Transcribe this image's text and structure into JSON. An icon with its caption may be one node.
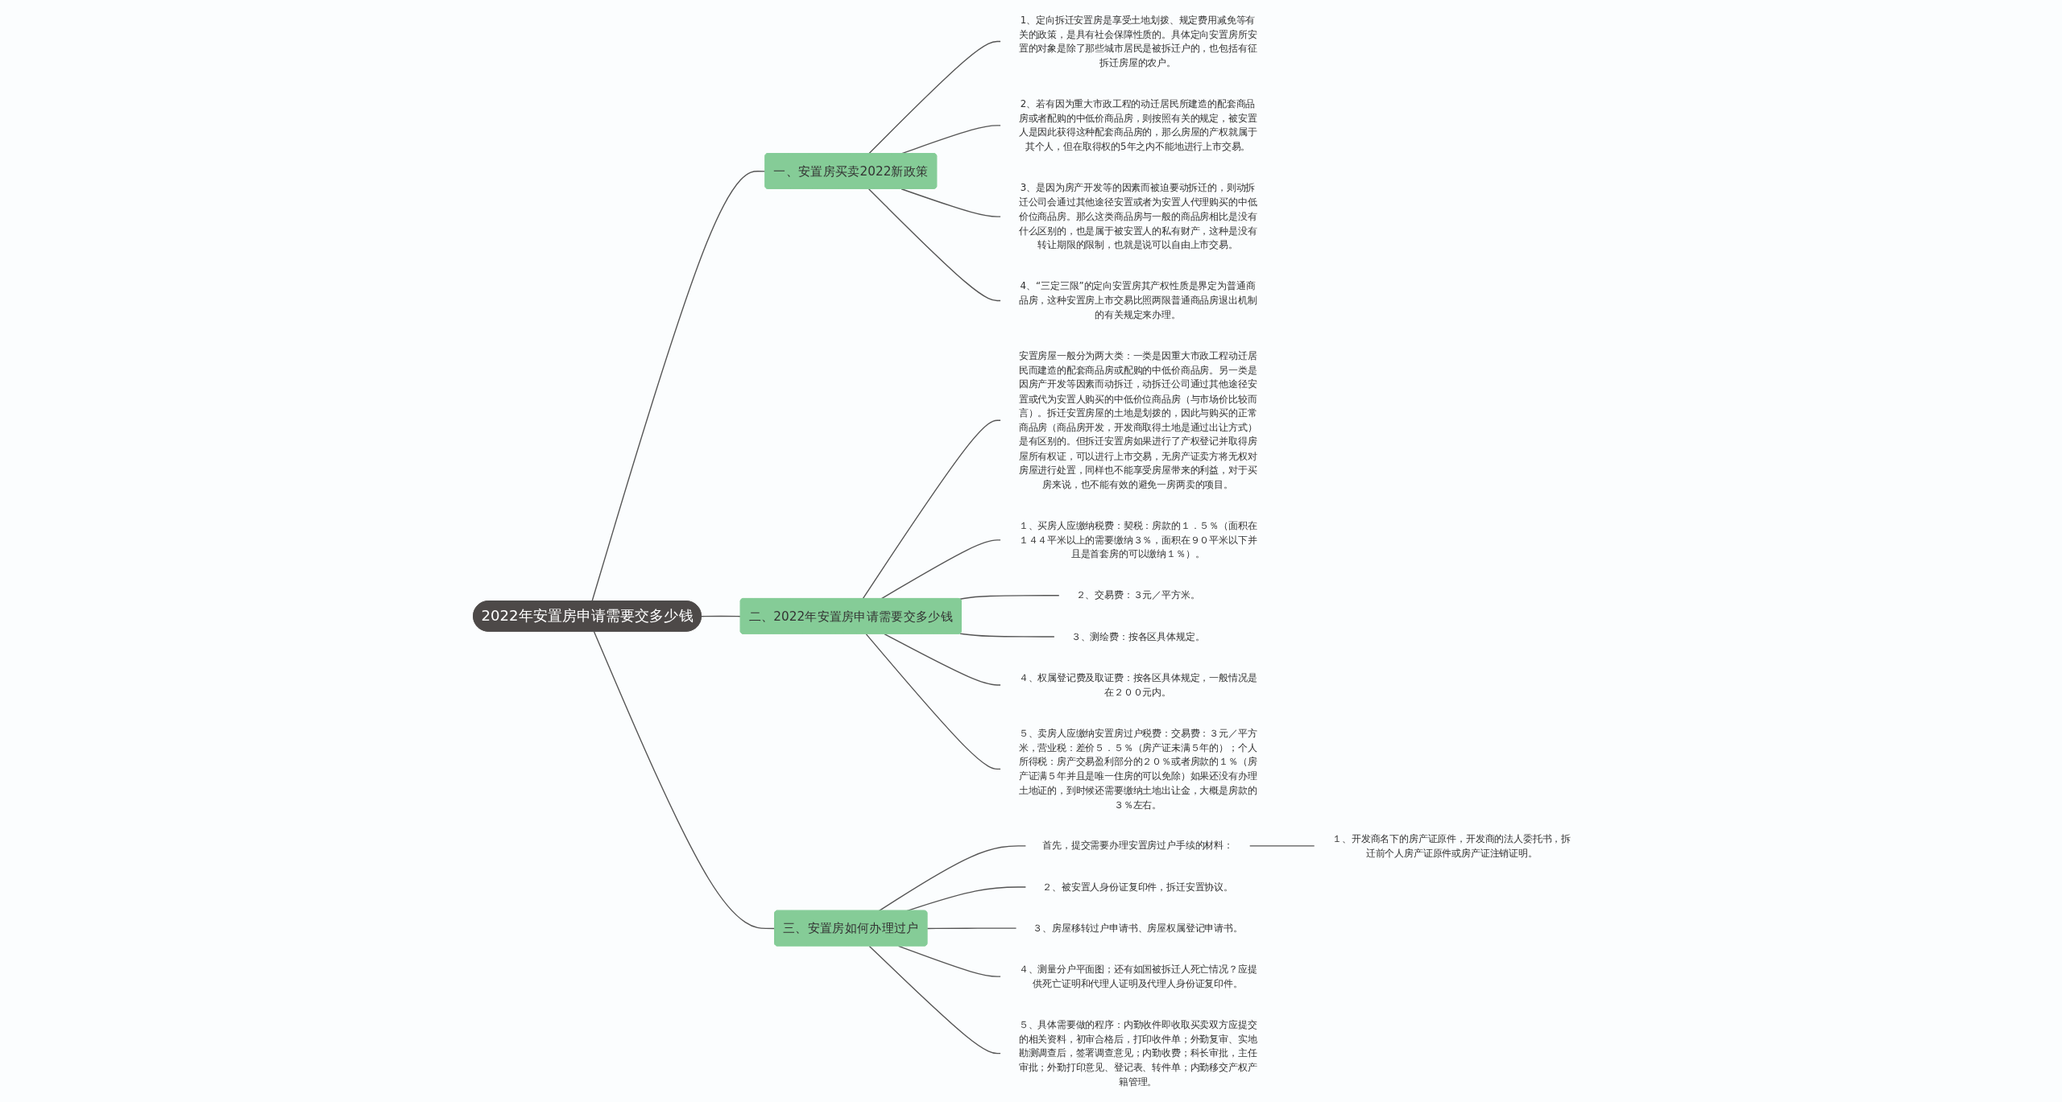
{
  "diagram": {
    "nodes": [
      {
        "text": [
          "2022年安置房申请需要交多少钱"
        ]
      },
      {
        "text": [
          "一、安置房买卖2022新政策"
        ]
      },
      {
        "text": [
          "1、定向拆迁安置房是享受土地划拨、规定费用减免等有关的政策，是具有社会保障性质的。具体定向安置房所安置的对象是除了那些城市居民是被拆迁户的，也包括有征拆迁房屋的农户。"
        ]
      },
      {
        "text": [
          "2、若有因为重大市政工程的动迁居民所建造的配套商品房或者配购的中低价商品房，则按照有关的规定，被安置人是因此获得这种配套商品房的，那么房屋的产权就属于其个人，但在取得权的5年之内不能地进行上市交易。"
        ]
      },
      {
        "text": [
          "3、是因为房产开发等的因素而被迫要动拆迁的，则动拆迁公司会通过其他途径安置或者为安置人代理购买的中低价位商品房。那么这类商品房与一般的商品房相比是没有什么区别的，也是属于被安置人的私有财产，这种是没有转让期限的限制，也就是说可以自由上市交易。"
        ]
      },
      {
        "text": [
          "4、“三定三限”的定向安置房其产权性质是界定为普通商品房，这种安置房上市交易比照两限普通商品房退出机制的有关规定来办理。"
        ]
      },
      {
        "text": [
          "二、2022年安置房申请需要交多少钱"
        ]
      },
      {
        "text": [
          "安置房屋一般分为两大类：一类是因重大市政工程动迁居民而建造的配套商品房或配购的中低价商品房。另一类是因房产开发等因素而动拆迁，动拆迁公司通过其他途径安置或代为安置人购买的中低价位商品房（与市场价比较而言）。拆迁安置房屋的土地是划拨的，因此与购买的正常商品房（商品房开发，开发商取得土地是通过出让方式）是有区别的。但拆迁安置房如果进行了产权登记并取得房屋所有权证，可以进行上市交易，无房产证卖方将无权对房屋进行处置，同样也不能享受房屋带来的利益，对于买房来说，也不能有效的避免一房两卖的项目。"
        ]
      },
      {
        "text": [
          "１、买房人应缴纳税费：契税：房款的１．５％（面积在１４４平米以上的需要缴纳３％，面积在９０平米以下并且是首套房的可以缴纳１％）。"
        ]
      },
      {
        "text": [
          "２、交易费：３元／平方米。"
        ]
      },
      {
        "text": [
          "３、测绘费：按各区具体规定。"
        ]
      },
      {
        "text": [
          "４、权属登记费及取证费：按各区具体规定，一般情况是在２００元内。"
        ]
      },
      {
        "text": [
          "５、卖房人应缴纳安置房过户税费：交易费：３元／平方米，营业税：差价５．５％（房产证未满５年的）；个人所得税：房产交易盈利部分的２０％或者房款的１％（房产证满５年并且是唯一住房的可以免除）如果还没有办理土地证的，到时候还需要缴纳土地出让金，大概是房款的３％左右。"
        ]
      },
      {
        "text": [
          "三、安置房如何办理过户"
        ]
      },
      {
        "text": [
          "首先，提交需要办理安置房过户手续的材料："
        ]
      },
      {
        "text": [
          "１、开发商名下的房产证原件，开发商的法人委托书，拆迁前个人房产证原件或房产证注销证明。"
        ]
      },
      {
        "text": [
          "２、被安置人身份证复印件，拆迁安置协议。"
        ]
      },
      {
        "text": [
          "３、房屋移转过户申请书、房屋权属登记申请书。"
        ]
      },
      {
        "text": [
          "４、测量分户平面图；还有如国被拆迁人死亡情况？应提供死亡证明和代理人证明及代理人身份证复印件。"
        ]
      },
      {
        "text": [
          "５、具体需要做的程序：内勤收件即收取买卖双方应提交的相关资料，初审合格后，打印收件单；外勤复审、实地勘测调查后，签署调查意见；内勤收费；科长审批，主任审批；外勤打印意见、登记表、转件单；内勤移交产权产籍管理。"
        ]
      }
    ],
    "edges": [
      {
        "from": 0,
        "to": 1,
        "arrow": "none"
      },
      {
        "from": 1,
        "to": 2,
        "arrow": "none"
      },
      {
        "from": 1,
        "to": 3,
        "arrow": "none"
      },
      {
        "from": 1,
        "to": 4,
        "arrow": "none"
      },
      {
        "from": 1,
        "to": 5,
        "arrow": "none"
      },
      {
        "from": 0,
        "to": 6,
        "arrow": "none"
      },
      {
        "from": 6,
        "to": 7,
        "arrow": "none"
      },
      {
        "from": 6,
        "to": 8,
        "arrow": "none"
      },
      {
        "from": 6,
        "to": 9,
        "arrow": "none"
      },
      {
        "from": 6,
        "to": 10,
        "arrow": "none"
      },
      {
        "from": 6,
        "to": 11,
        "arrow": "none"
      },
      {
        "from": 6,
        "to": 12,
        "arrow": "none"
      },
      {
        "from": 0,
        "to": 13,
        "arrow": "none"
      },
      {
        "from": 13,
        "to": 14,
        "arrow": "none"
      },
      {
        "from": 14,
        "to": 15,
        "arrow": "none"
      },
      {
        "from": 13,
        "to": 16,
        "arrow": "none"
      },
      {
        "from": 13,
        "to": 17,
        "arrow": "none"
      },
      {
        "from": 13,
        "to": 18,
        "arrow": "none"
      },
      {
        "from": 13,
        "to": 19,
        "arrow": "none"
      }
    ]
  }
}
